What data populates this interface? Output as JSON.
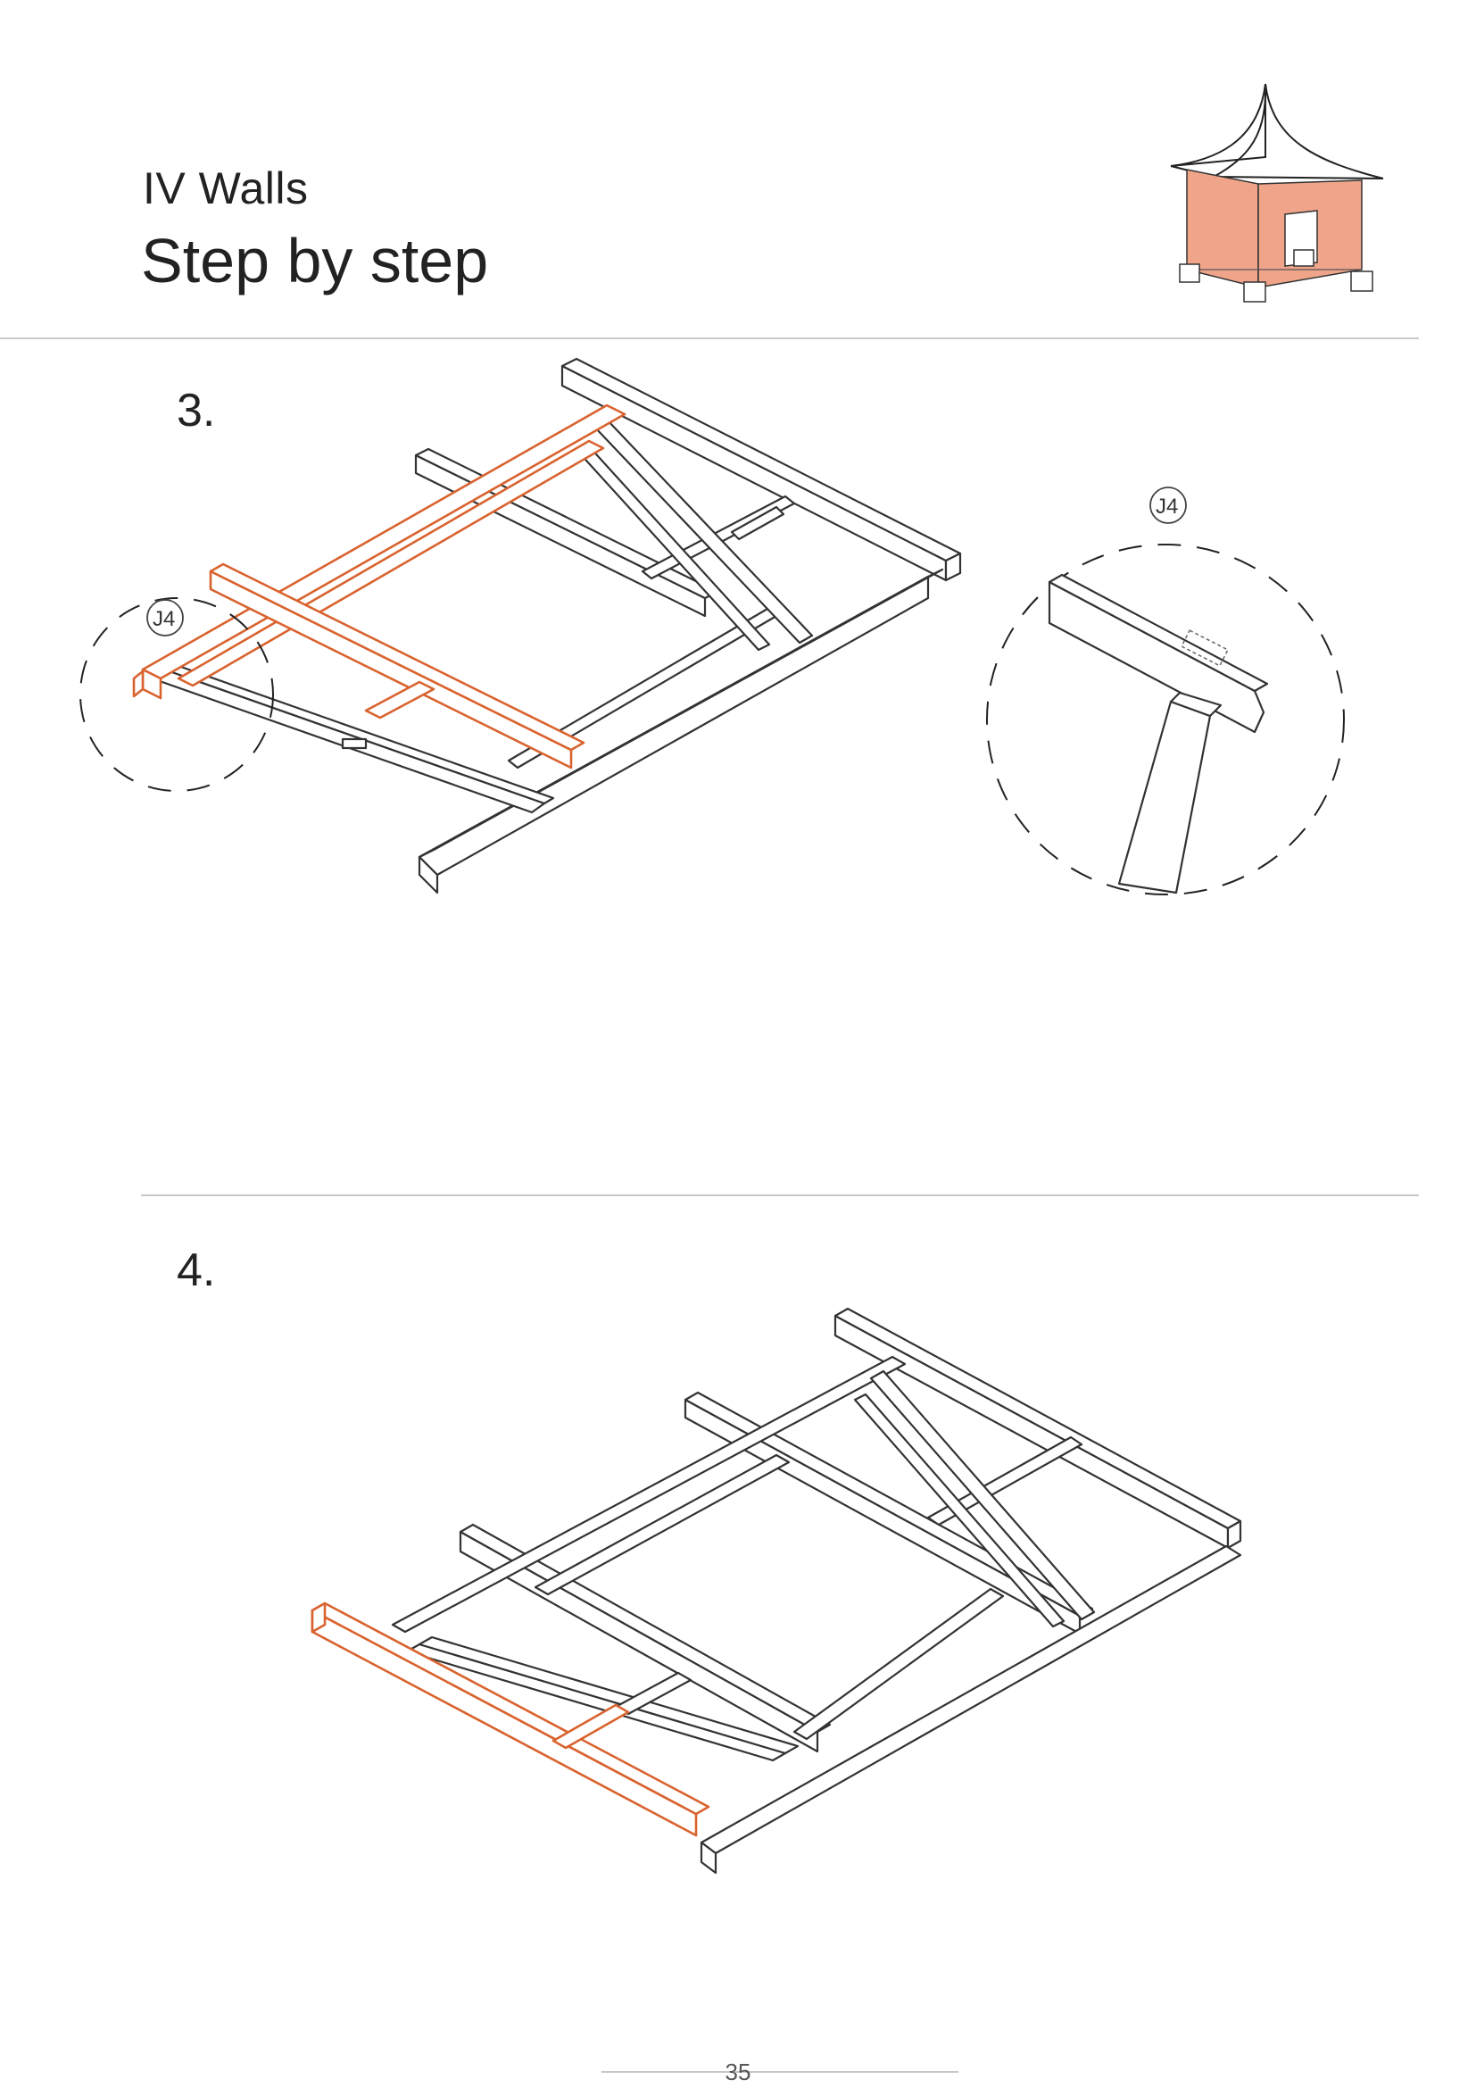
{
  "header": {
    "chapter": "IV Walls",
    "title": "Step by step"
  },
  "steps": [
    {
      "number": "3.",
      "callout": "J4",
      "detail_callout": "J4"
    },
    {
      "number": "4."
    }
  ],
  "footer": {
    "page_number": "35"
  },
  "colors": {
    "highlight": "#d9632f",
    "wall_fill": "#f0a58a",
    "rule": "#c8c8c8"
  },
  "icons": [
    "house-thumbnail-icon",
    "frame-assembly-diagram",
    "joint-detail-icon"
  ]
}
